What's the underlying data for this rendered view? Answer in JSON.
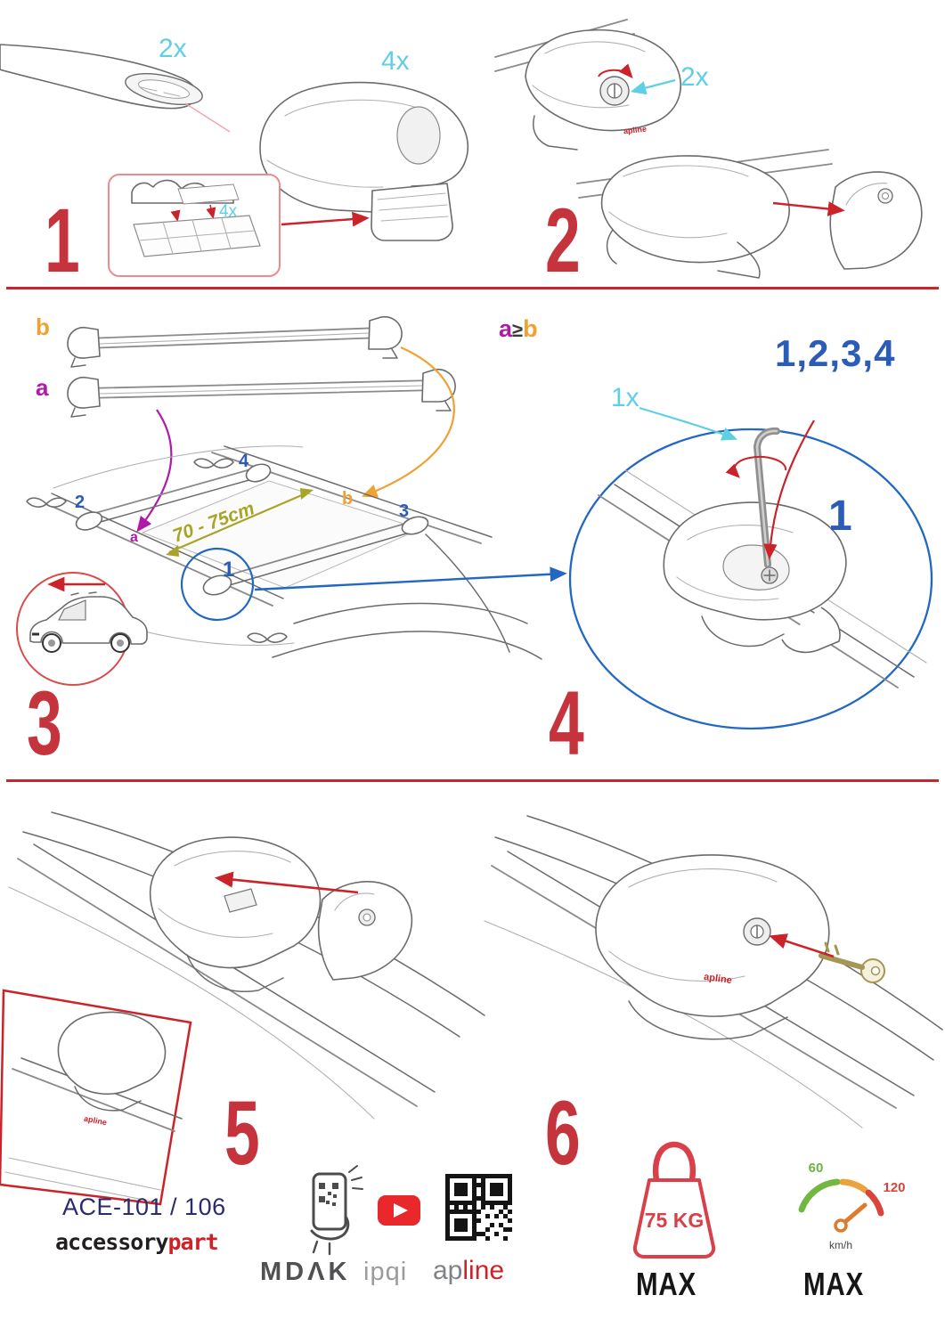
{
  "misc": {
    "brand_on_foot": "apline"
  },
  "step1": {
    "number": "1",
    "bar_qty": "2x",
    "foot_qty": "4x",
    "pad_qty": "4x"
  },
  "step2": {
    "number": "2",
    "lock_qty": "2x"
  },
  "step3": {
    "number": "3",
    "bar_a_label": "a",
    "bar_b_label": "b",
    "measure": "70 - 75cm",
    "pos_1": "1",
    "pos_2": "2",
    "pos_3": "3",
    "pos_4": "4",
    "roof_a": "a",
    "roof_b": "b"
  },
  "step4": {
    "number": "4",
    "rel_a": "a",
    "rel_op": "≥",
    "rel_b": "b",
    "sequence": "1,2,3,4",
    "tool_qty": "1x",
    "first_pos": "1"
  },
  "step5": {
    "number": "5"
  },
  "step6": {
    "number": "6"
  },
  "footer": {
    "model": "ACE-101 / 106",
    "brand_part1": "accessory",
    "brand_part2": "part",
    "mdak": "MDΛK",
    "ipqi": "ipqi",
    "apline_gray": "ap",
    "apline_red": "line",
    "weight_value": "75 KG",
    "weight_max": "MAX",
    "speed_low": "60",
    "speed_high": "120",
    "speed_unit": "km/h",
    "speed_max": "MAX"
  },
  "colors": {
    "accent_red": "#cc2229",
    "cyan": "#5ecfe4",
    "blue": "#2a5cb8",
    "purple": "#b01aa8",
    "orange": "#f0a132",
    "olive": "#a8a428",
    "navy": "#2b2a6b"
  }
}
